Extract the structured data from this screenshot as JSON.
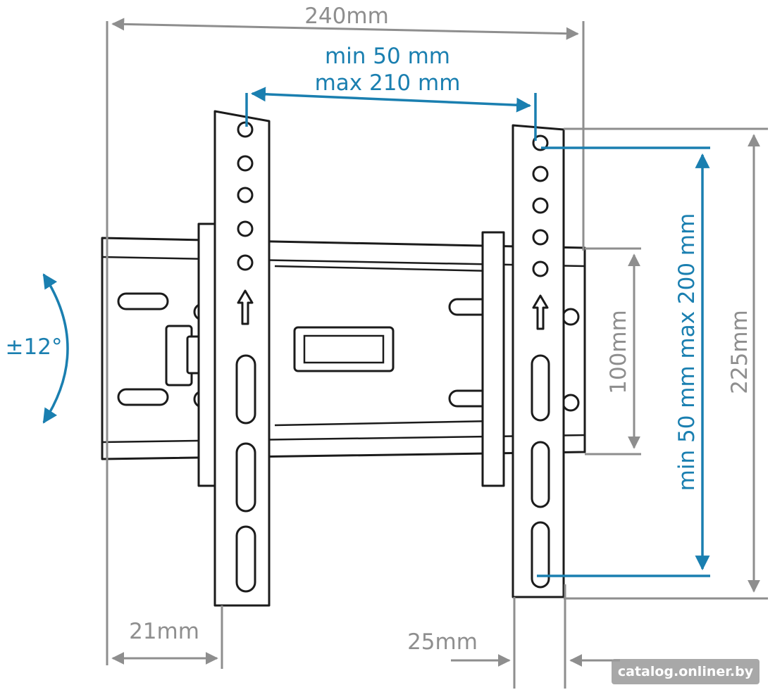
{
  "diagram": {
    "dimensions": {
      "overall_width": "240mm",
      "vesa_horizontal_line1": "min 50 mm",
      "vesa_horizontal_line2": "max 210 mm",
      "vesa_vertical": "min 50 mm max 200 mm",
      "overall_height": "225mm",
      "wall_plate_height": "100mm",
      "wall_offset": "21mm",
      "arm_thickness": "25mm",
      "tilt": "±12°"
    },
    "watermark": "catalog.onliner.by",
    "colors": {
      "dimension_gray": "#8e8e8e",
      "dimension_blue": "#1a7fb0",
      "outline": "#1b1b1b"
    }
  }
}
